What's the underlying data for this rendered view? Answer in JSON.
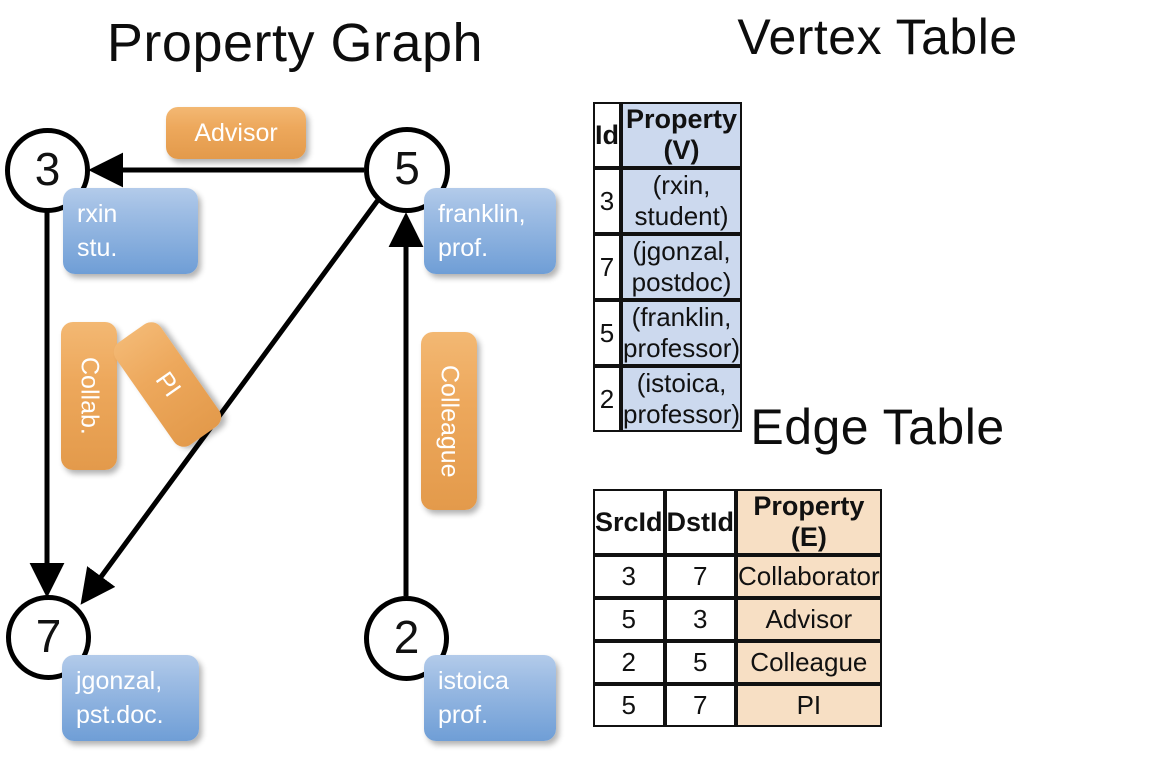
{
  "titles": {
    "graph": "Property Graph",
    "vertex_table": "Vertex Table",
    "edge_table": "Edge Table"
  },
  "colors": {
    "vertex_property_fill": "#ccd9ee",
    "edge_property_fill": "#f7dfc4",
    "vertex_box_fill": "#9ebde4",
    "edge_label_fill": "#eda85c",
    "stroke": "#000000"
  },
  "graph": {
    "nodes": [
      {
        "id": "3",
        "prop_line1": "rxin",
        "prop_line2": "stu."
      },
      {
        "id": "5",
        "prop_line1": "franklin,",
        "prop_line2": "prof."
      },
      {
        "id": "7",
        "prop_line1": "jgonzal,",
        "prop_line2": "pst.doc."
      },
      {
        "id": "2",
        "prop_line1": "istoica",
        "prop_line2": "prof."
      }
    ],
    "edge_labels": [
      {
        "name": "advisor-label",
        "text": "Advisor"
      },
      {
        "name": "collab-label",
        "text": "Collab."
      },
      {
        "name": "pi-label",
        "text": "PI"
      },
      {
        "name": "colleague-label",
        "text": "Colleague"
      }
    ],
    "edges": [
      {
        "from": "5",
        "to": "3",
        "label": "Advisor"
      },
      {
        "from": "3",
        "to": "7",
        "label": "Collab."
      },
      {
        "from": "5",
        "to": "7",
        "label": "PI"
      },
      {
        "from": "2",
        "to": "5",
        "label": "Colleague"
      }
    ]
  },
  "vertex_table": {
    "headers": [
      "Id",
      "Property (V)"
    ],
    "rows": [
      {
        "id": "3",
        "property": "(rxin, student)"
      },
      {
        "id": "7",
        "property": "(jgonzal, postdoc)"
      },
      {
        "id": "5",
        "property": "(franklin, professor)"
      },
      {
        "id": "2",
        "property": "(istoica, professor)"
      }
    ]
  },
  "edge_table": {
    "headers": [
      "SrcId",
      "DstId",
      "Property (E)"
    ],
    "rows": [
      {
        "src": "3",
        "dst": "7",
        "property": "Collaborator"
      },
      {
        "src": "5",
        "dst": "3",
        "property": "Advisor"
      },
      {
        "src": "2",
        "dst": "5",
        "property": "Colleague"
      },
      {
        "src": "5",
        "dst": "7",
        "property": "PI"
      }
    ]
  }
}
